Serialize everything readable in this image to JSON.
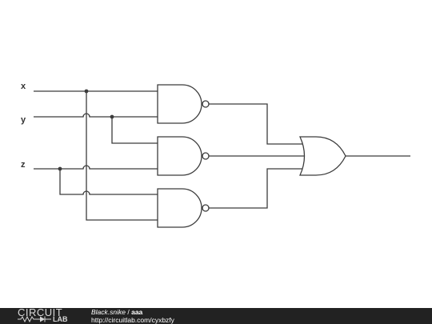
{
  "diagram": {
    "inputs": [
      {
        "id": "x",
        "label": "x"
      },
      {
        "id": "y",
        "label": "y"
      },
      {
        "id": "z",
        "label": "z"
      }
    ],
    "gates": [
      {
        "id": "nand1",
        "type": "NAND",
        "inputs": [
          "x",
          "y"
        ]
      },
      {
        "id": "nand2",
        "type": "NAND",
        "inputs": [
          "y",
          "z"
        ]
      },
      {
        "id": "nand3",
        "type": "NAND",
        "inputs": [
          "z",
          "x"
        ]
      },
      {
        "id": "or1",
        "type": "OR",
        "inputs": [
          "nand1",
          "nand2",
          "nand3"
        ]
      }
    ]
  },
  "footer": {
    "logo_top": "CIRCUIT",
    "logo_bottom": "LAB",
    "author": "Black.snike",
    "separator": " / ",
    "project": "aaa",
    "url": "http://circuitlab.com/cyxbzfy"
  },
  "colors": {
    "wire": "#3c3c3c",
    "footer_bg": "#222222",
    "footer_text": "#ffffff"
  }
}
